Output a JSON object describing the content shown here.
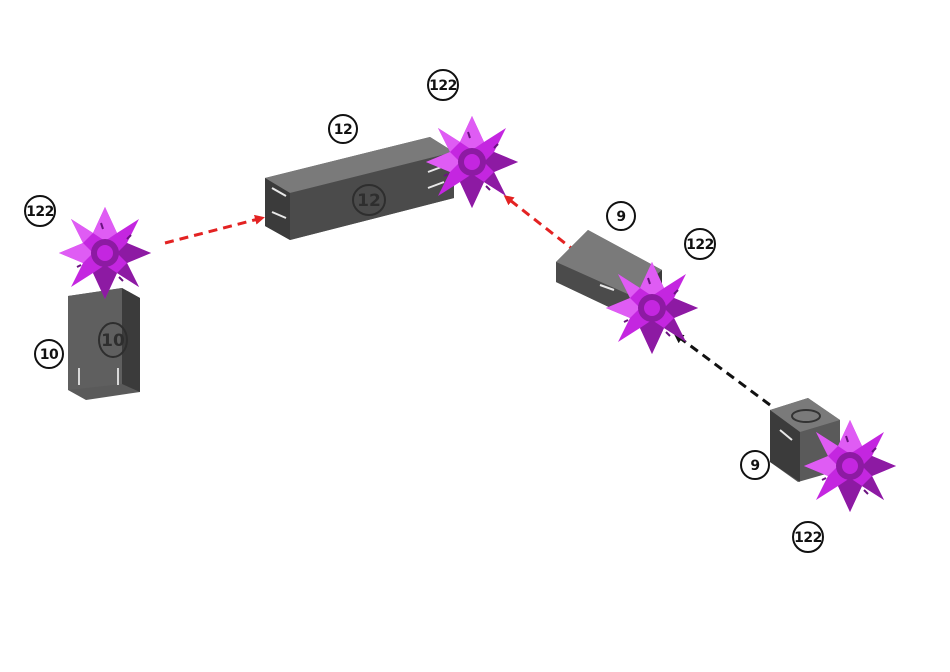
{
  "colors": {
    "connector": "#c426e0",
    "connector_light": "#df5cf4",
    "connector_dark": "#8d1aa3",
    "rod": "#5a5a5a",
    "rod_light": "#7a7a7a",
    "rod_dark": "#3b3b3b",
    "arrow_red": "#e32222",
    "arrow_black": "#111111"
  },
  "parts": {
    "connector_a": {
      "label": "122",
      "icon": "star-connector"
    },
    "rod_a": {
      "label": "10",
      "embossed": "10",
      "icon": "square-rod"
    },
    "rod_b": {
      "label": "12",
      "embossed": "12",
      "icon": "square-rod"
    },
    "connector_b": {
      "label": "122",
      "icon": "star-connector"
    },
    "rod_c": {
      "label": "9",
      "icon": "square-rod"
    },
    "connector_c": {
      "label": "122",
      "icon": "star-connector"
    },
    "rod_d": {
      "label": "9",
      "icon": "square-rod"
    },
    "connector_d": {
      "label": "122",
      "icon": "star-connector"
    }
  }
}
